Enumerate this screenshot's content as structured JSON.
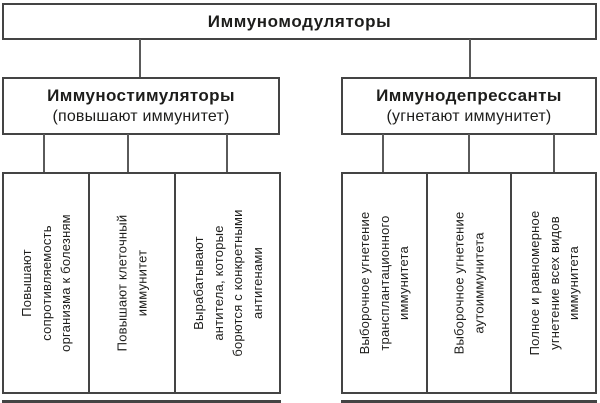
{
  "root": {
    "title": "Иммуномодуляторы"
  },
  "branches": [
    {
      "title": "Иммуностимуляторы",
      "subtitle": "(повышают иммунитет)",
      "children": [
        {
          "lines": [
            "Повышают",
            "сопротивляемость",
            "организма к болезням"
          ]
        },
        {
          "lines": [
            "Повышают клеточный",
            "иммунитет"
          ]
        },
        {
          "lines": [
            "Вырабатывают",
            "антитела, которые",
            "борются с конкретными",
            "антигенами"
          ]
        }
      ]
    },
    {
      "title": "Иммунодепрессанты",
      "subtitle": "(угнетают иммунитет)",
      "children": [
        {
          "lines": [
            "Выборочное угнетение",
            "трансплантационного",
            "иммунитета"
          ]
        },
        {
          "lines": [
            "Выборочное угнетение",
            "аутоиммунитета"
          ]
        },
        {
          "lines": [
            "Полное и равномерное",
            "угнетение всех видов",
            "иммунитета"
          ]
        }
      ]
    }
  ],
  "colors": {
    "background": "#ffffff",
    "box_border": "#444444",
    "connector": "#5a5a5a",
    "text": "#1d1d1b"
  }
}
